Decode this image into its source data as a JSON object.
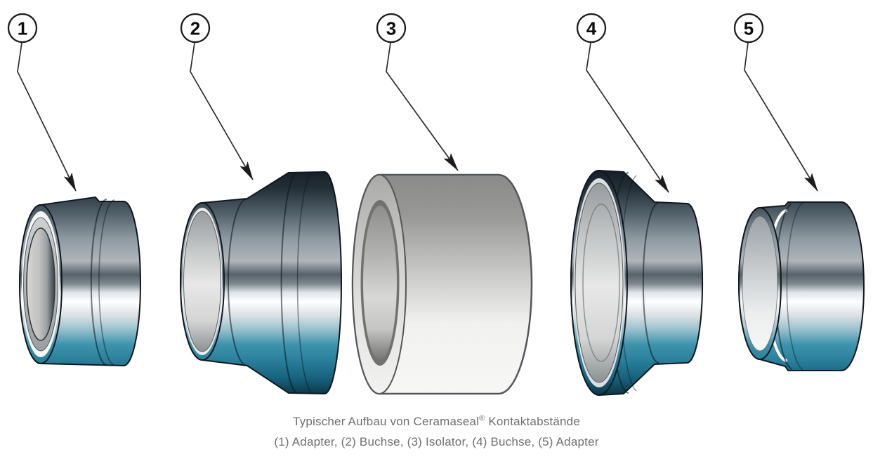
{
  "figure": {
    "type": "exploded-assembly-diagram",
    "caption": {
      "line1_pre": "Typischer Aufbau von Ceramaseal",
      "line1_sup": "®",
      "line1_post": " Kontaktabstände",
      "line2": "(1) Adapter, (2) Buchse, (3) Isolator, (4) Buchse, (5) Adapter"
    },
    "callouts": [
      {
        "number": "1",
        "label": "Adapter"
      },
      {
        "number": "2",
        "label": "Buchse"
      },
      {
        "number": "3",
        "label": "Isolator"
      },
      {
        "number": "4",
        "label": "Buchse"
      },
      {
        "number": "5",
        "label": "Adapter"
      }
    ],
    "colors": {
      "background": "#ffffff",
      "steel_dark_top": "#141e28",
      "steel_gray": "#8d99a1",
      "steel_highlight": "#ffffff",
      "steel_teal": "#2a7f9b",
      "steel_teal_dark": "#0c3040",
      "ceramic_gray": "#8a8a8a",
      "ceramic_light": "#f7f7f5",
      "outline": "#10181f",
      "leader_line": "#2e2e2e",
      "caption_text": "#6f6f6f"
    }
  }
}
